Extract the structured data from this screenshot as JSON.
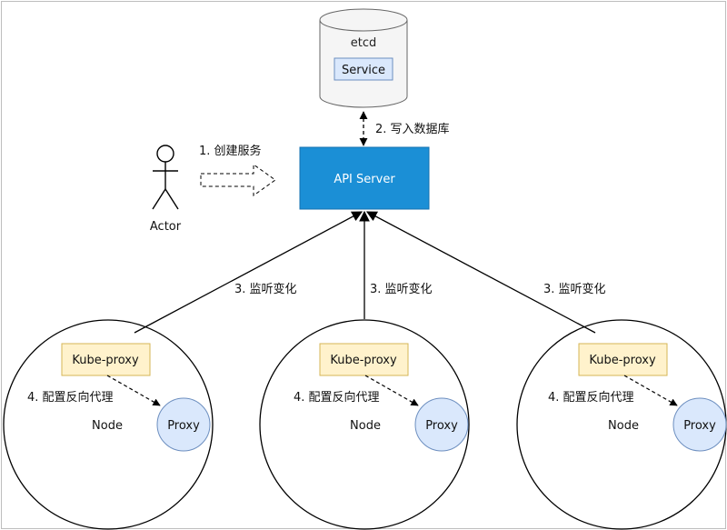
{
  "etcd": {
    "label": "etcd",
    "service_label": "Service"
  },
  "api_server": {
    "label": "API Server",
    "fill": "#1b8fd6",
    "stroke": "#1470b0"
  },
  "actor": {
    "label": "Actor"
  },
  "steps": {
    "create_service": "1. 创建服务",
    "write_db": "2. 写入数据库",
    "watch_left": "3. 监听变化",
    "watch_middle": "3. 监听变化",
    "watch_right": "3. 监听变化"
  },
  "nodes": [
    {
      "label": "Node",
      "kube_proxy": "Kube-proxy",
      "proxy": "Proxy",
      "config_label": "4. 配置反向代理"
    },
    {
      "label": "Node",
      "kube_proxy": "Kube-proxy",
      "proxy": "Proxy",
      "config_label": "4. 配置反向代理"
    },
    {
      "label": "Node",
      "kube_proxy": "Kube-proxy",
      "proxy": "Proxy",
      "config_label": "4. 配置反向代理"
    }
  ],
  "colors": {
    "kube_proxy_fill": "#fff2cc",
    "kube_proxy_stroke": "#d6b656",
    "proxy_fill": "#dae8fc",
    "proxy_stroke": "#6c8ebf",
    "cylinder_fill": "#f5f5f5",
    "cylinder_stroke": "#666666"
  }
}
